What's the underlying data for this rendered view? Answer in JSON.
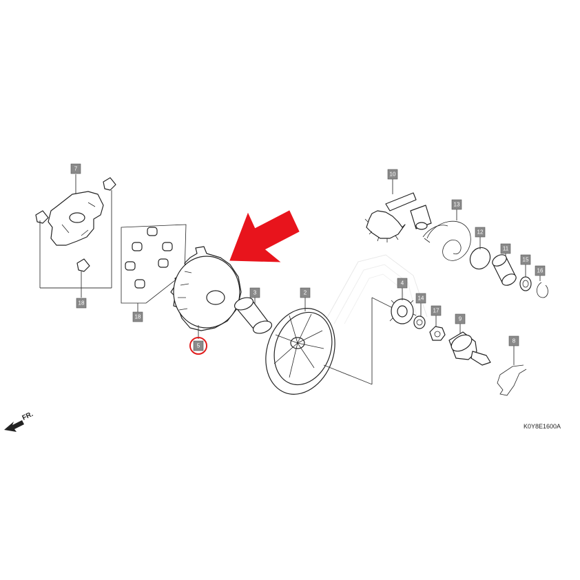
{
  "diagram": {
    "callouts": {
      "c7": "7",
      "c18a": "18",
      "c18b": "18",
      "c5": "5",
      "c3": "3",
      "c2": "2",
      "c10": "10",
      "c13": "13",
      "c12": "12",
      "c11": "11",
      "c15": "15",
      "c16": "16",
      "c4": "4",
      "c14": "14",
      "c17": "17",
      "c9": "9",
      "c8": "8"
    },
    "direction_label": "FR.",
    "diagram_code": "K0Y8E1600A",
    "highlight_color": "#e01b1b",
    "arrow_color": "#e8141c"
  }
}
